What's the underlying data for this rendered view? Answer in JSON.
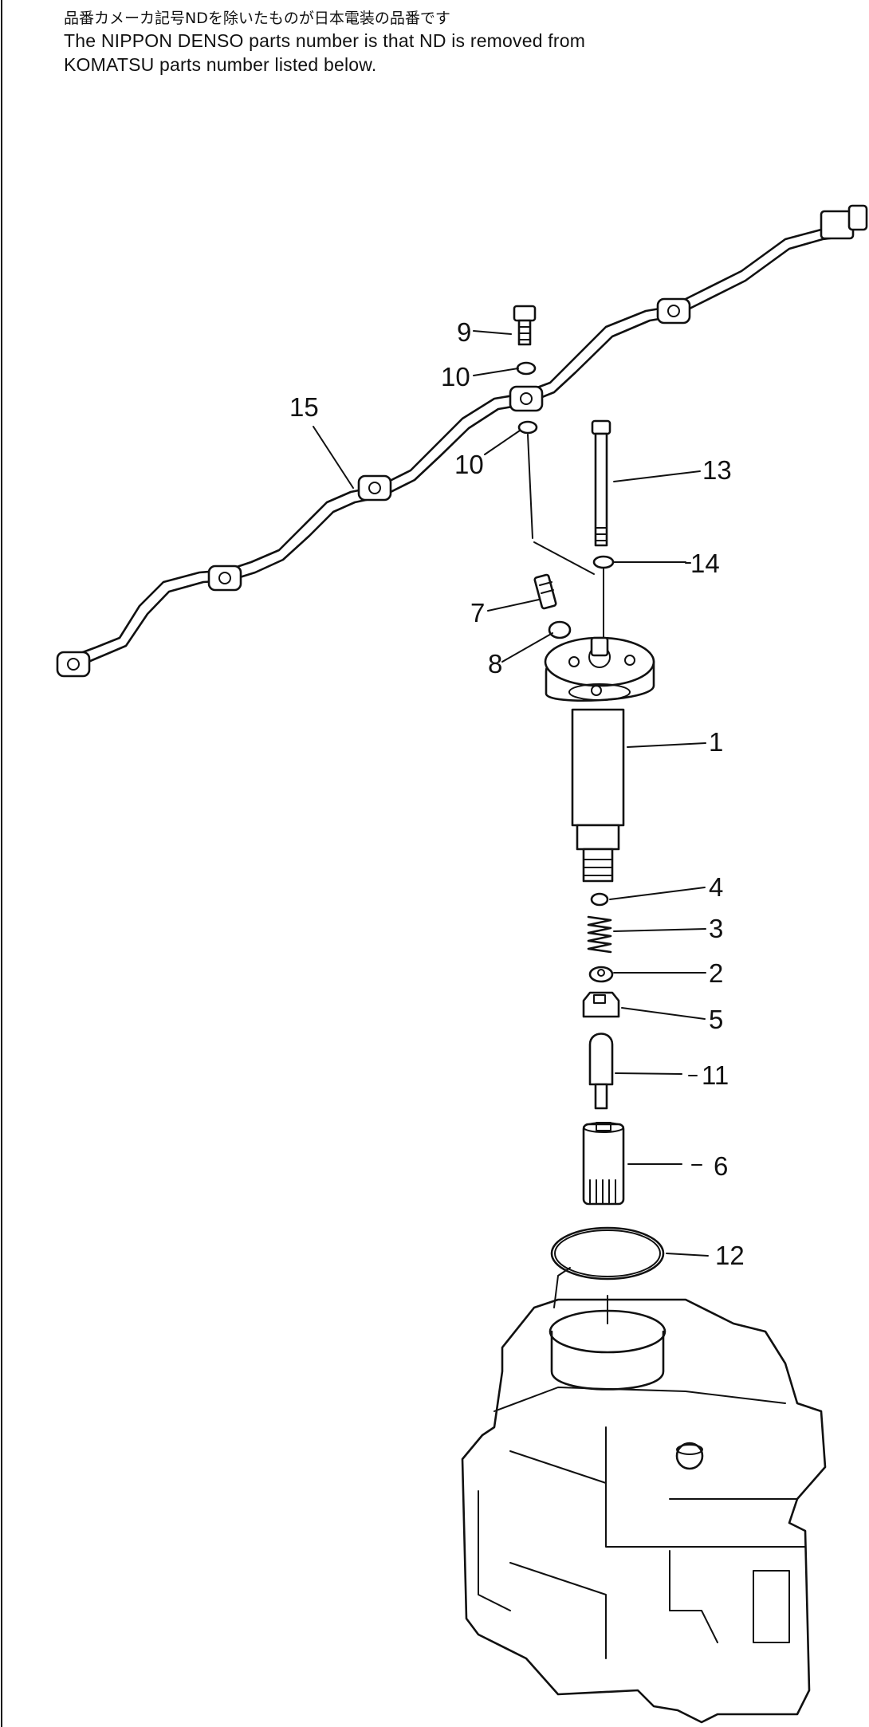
{
  "header": {
    "line_jp": "品番カメーカ記号NDを除いたものが日本電装の品番です",
    "line_en_1": "The NIPPON DENSO parts number is that ND is removed from",
    "line_en_2": "KOMATSU parts number listed below."
  },
  "callouts": {
    "c1": "1",
    "c2": "2",
    "c3": "3",
    "c4": "4",
    "c5": "5",
    "c6": "6",
    "c7": "7",
    "c8": "8",
    "c9": "9",
    "c10a": "10",
    "c10b": "10",
    "c11": "11",
    "c12": "12",
    "c13": "13",
    "c14": "14",
    "c15": "15"
  }
}
